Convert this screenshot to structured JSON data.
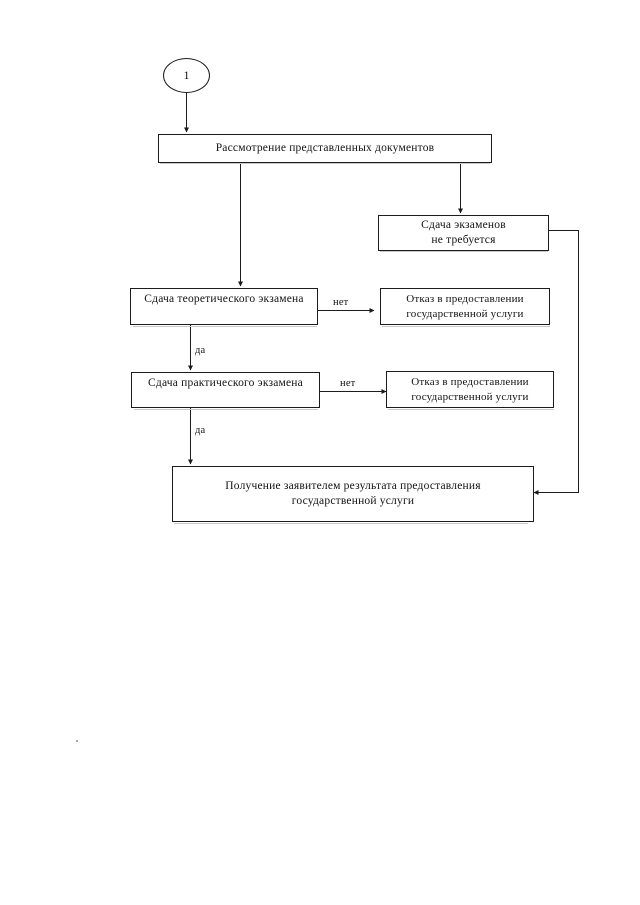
{
  "document": {
    "type": "flowchart",
    "language": "ru",
    "page_background": "#ffffff",
    "ink_color": "#121212"
  },
  "flowchart": {
    "start_connector": {
      "label": "1",
      "shape": "ellipse"
    },
    "nodes": [
      {
        "id": "review",
        "label": "Рассмотрение представленных документов",
        "shape": "rect"
      },
      {
        "id": "no-exam",
        "label": "Сдача экзаменов\nне требуется",
        "shape": "rect"
      },
      {
        "id": "theory-exam",
        "label": "Сдача теоретического экзамена",
        "shape": "rect"
      },
      {
        "id": "refusal-1",
        "label": "Отказ в предоставлении\nгосударственной услуги",
        "shape": "rect"
      },
      {
        "id": "practice-exam",
        "label": "Сдача практического экзамена",
        "shape": "rect"
      },
      {
        "id": "refusal-2",
        "label": "Отказ в предоставлении\nгосударственной услуги",
        "shape": "rect"
      },
      {
        "id": "result",
        "label": "Получение заявителем результата предоставления\nгосударственной услуги",
        "shape": "rect"
      }
    ],
    "edge_labels": {
      "theory_no": "нет",
      "theory_yes": "да",
      "practice_no": "нет",
      "practice_yes": "да"
    }
  }
}
